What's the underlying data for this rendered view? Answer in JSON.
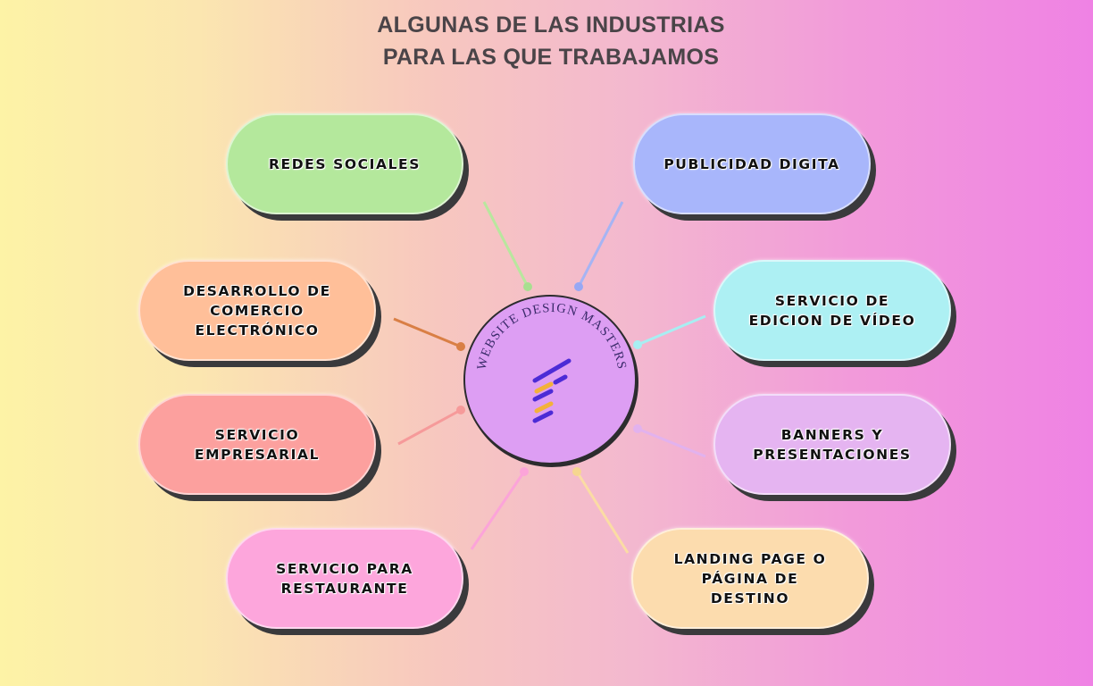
{
  "title": {
    "line1": "ALGUNAS DE LAS INDUSTRIAS",
    "line2": "PARA LAS QUE TRABAJAMOS"
  },
  "hub": {
    "label": "WEBSITE DESIGN MASTERS",
    "logo": "website-design-masters-logo"
  },
  "industries": {
    "redes_sociales": {
      "label": "REDES SOCIALES",
      "color": "#b4e89c"
    },
    "desarrollo": {
      "label": "DESARROLLO DE\nCOMERCIO\nELECTRÓNICO",
      "color": "#ffbf99"
    },
    "servicio_empresarial": {
      "label": "SERVICIO\nEMPRESARIAL",
      "color": "#fca09e"
    },
    "restaurante": {
      "label": "SERVICIO PARA\nRESTAURANTE",
      "color": "#fda6dc"
    },
    "publicidad": {
      "label": "PUBLICIDAD DIGITA",
      "color": "#a8b6fb"
    },
    "video": {
      "label": "SERVICIO DE\nEDICION DE VÍDEO",
      "color": "#adf0f3"
    },
    "banners": {
      "label": "BANNERS Y\nPRESENTACIONES",
      "color": "#e5b4f1"
    },
    "landing": {
      "label": "LANDING PAGE O\nPÁGINA DE\nDESTINO",
      "color": "#fcdcae"
    }
  }
}
